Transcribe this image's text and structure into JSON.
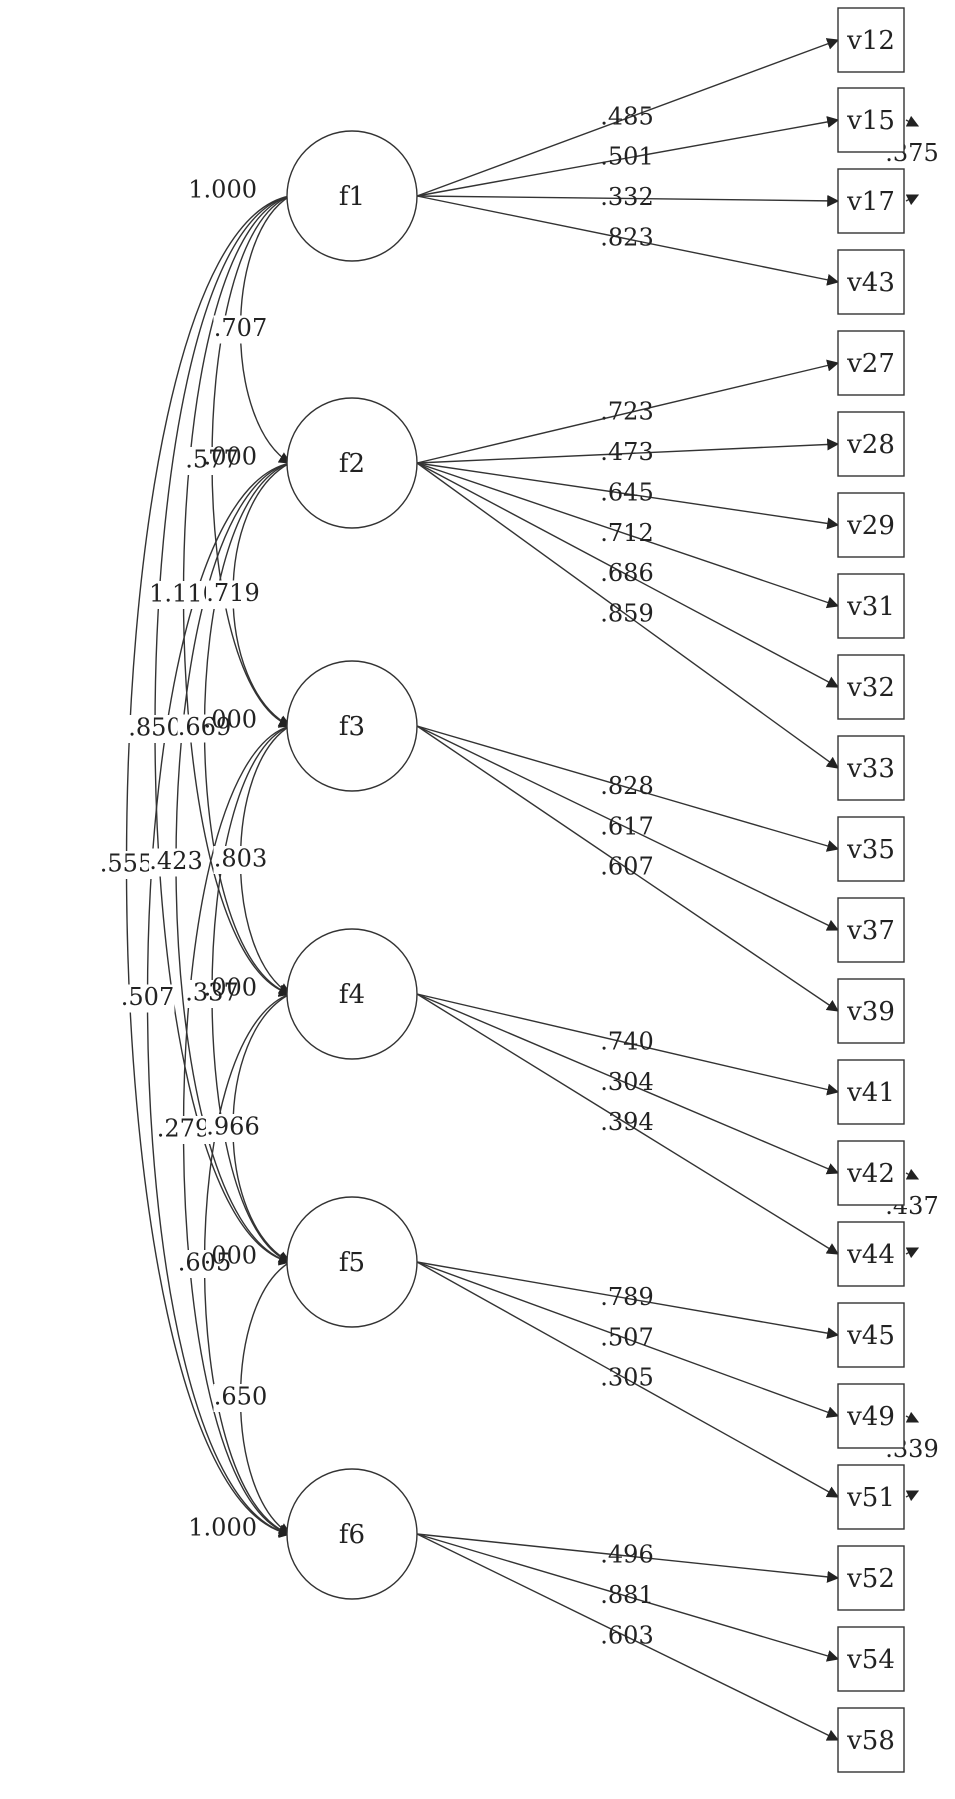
{
  "factors": [
    {
      "id": "f1",
      "label": "f1",
      "variance": "1.000"
    },
    {
      "id": "f2",
      "label": "f2",
      "variance": ".000"
    },
    {
      "id": "f3",
      "label": "f3",
      "variance": ".000"
    },
    {
      "id": "f4",
      "label": "f4",
      "variance": ".000"
    },
    {
      "id": "f5",
      "label": "f5",
      "variance": ".000"
    },
    {
      "id": "f6",
      "label": "f6",
      "variance": "1.000"
    }
  ],
  "indicators": [
    "v12",
    "v15",
    "v17",
    "v43",
    "v27",
    "v28",
    "v29",
    "v31",
    "v32",
    "v33",
    "v35",
    "v37",
    "v39",
    "v41",
    "v42",
    "v44",
    "v45",
    "v49",
    "v51",
    "v52",
    "v54",
    "v58"
  ],
  "loadings": [
    {
      "from": "f1",
      "to": "v12",
      "value": ".485"
    },
    {
      "from": "f1",
      "to": "v15",
      "value": ".501"
    },
    {
      "from": "f1",
      "to": "v17",
      "value": ".332"
    },
    {
      "from": "f1",
      "to": "v43",
      "value": ".823"
    },
    {
      "from": "f2",
      "to": "v27",
      "value": ".723"
    },
    {
      "from": "f2",
      "to": "v28",
      "value": ".473"
    },
    {
      "from": "f2",
      "to": "v29",
      "value": ".645"
    },
    {
      "from": "f2",
      "to": "v31",
      "value": ".712"
    },
    {
      "from": "f2",
      "to": "v32",
      "value": ".686"
    },
    {
      "from": "f2",
      "to": "v33",
      "value": ".859"
    },
    {
      "from": "f3",
      "to": "v35",
      "value": ".828"
    },
    {
      "from": "f3",
      "to": "v37",
      "value": ".617"
    },
    {
      "from": "f3",
      "to": "v39",
      "value": ".607"
    },
    {
      "from": "f4",
      "to": "v41",
      "value": ".740"
    },
    {
      "from": "f4",
      "to": "v42",
      "value": ".304"
    },
    {
      "from": "f4",
      "to": "v44",
      "value": ".394"
    },
    {
      "from": "f5",
      "to": "v45",
      "value": ".789"
    },
    {
      "from": "f5",
      "to": "v49",
      "value": ".507"
    },
    {
      "from": "f5",
      "to": "v51",
      "value": ".305"
    },
    {
      "from": "f6",
      "to": "v52",
      "value": ".496"
    },
    {
      "from": "f6",
      "to": "v54",
      "value": ".881"
    },
    {
      "from": "f6",
      "to": "v58",
      "value": ".603"
    }
  ],
  "covariances": [
    {
      "a": "f1",
      "b": "f2",
      "value": ".707"
    },
    {
      "a": "f1",
      "b": "f3",
      "value": ".577"
    },
    {
      "a": "f1",
      "b": "f4",
      "value": "1.110"
    },
    {
      "a": "f1",
      "b": "f5",
      "value": ".850"
    },
    {
      "a": "f1",
      "b": "f6",
      "value": ".555"
    },
    {
      "a": "f2",
      "b": "f3",
      "value": ".719"
    },
    {
      "a": "f2",
      "b": "f4",
      "value": ".669"
    },
    {
      "a": "f2",
      "b": "f5",
      "value": ".423"
    },
    {
      "a": "f2",
      "b": "f6",
      "value": ".507"
    },
    {
      "a": "f3",
      "b": "f4",
      "value": ".803"
    },
    {
      "a": "f3",
      "b": "f5",
      "value": ".337"
    },
    {
      "a": "f3",
      "b": "f6",
      "value": ".279"
    },
    {
      "a": "f4",
      "b": "f5",
      "value": ".966"
    },
    {
      "a": "f4",
      "b": "f6",
      "value": ".605"
    },
    {
      "a": "f5",
      "b": "f6",
      "value": ".650"
    }
  ],
  "error_covariances": [
    {
      "a": "v15",
      "b": "v17",
      "value": ".375"
    },
    {
      "a": "v42",
      "b": "v44",
      "value": ".437"
    },
    {
      "a": "v49",
      "b": "v51",
      "value": ".339"
    }
  ]
}
